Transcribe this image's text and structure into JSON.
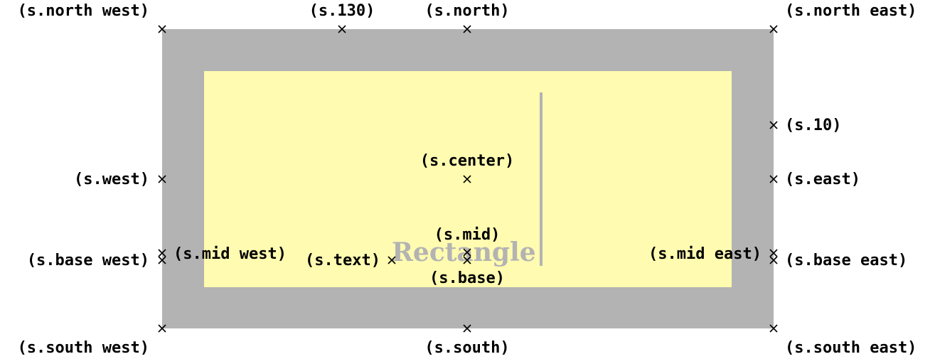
{
  "colors": {
    "outer_fill": "#b3b3b3",
    "inner_fill": "#fffbb0",
    "line": "#b3b3b3",
    "text": "#b3b3b3",
    "marker": "#000000"
  },
  "shape": {
    "text": "Rectangle"
  },
  "anchors": [
    {
      "id": "north-west",
      "label": "(s.north west)"
    },
    {
      "id": "130",
      "label": "(s.130)"
    },
    {
      "id": "north",
      "label": "(s.north)"
    },
    {
      "id": "north-east",
      "label": "(s.north east)"
    },
    {
      "id": "10",
      "label": "(s.10)"
    },
    {
      "id": "center",
      "label": "(s.center)"
    },
    {
      "id": "west",
      "label": "(s.west)"
    },
    {
      "id": "east",
      "label": "(s.east)"
    },
    {
      "id": "mid",
      "label": "(s.mid)"
    },
    {
      "id": "base-west",
      "label": "(s.base west)"
    },
    {
      "id": "mid-west",
      "label": "(s.mid west)"
    },
    {
      "id": "text",
      "label": "(s.text)"
    },
    {
      "id": "mid-east",
      "label": "(s.mid east)"
    },
    {
      "id": "base-east",
      "label": "(s.base east)"
    },
    {
      "id": "base",
      "label": "(s.base)"
    },
    {
      "id": "south-west",
      "label": "(s.south west)"
    },
    {
      "id": "south",
      "label": "(s.south)"
    },
    {
      "id": "south-east",
      "label": "(s.south east)"
    }
  ]
}
